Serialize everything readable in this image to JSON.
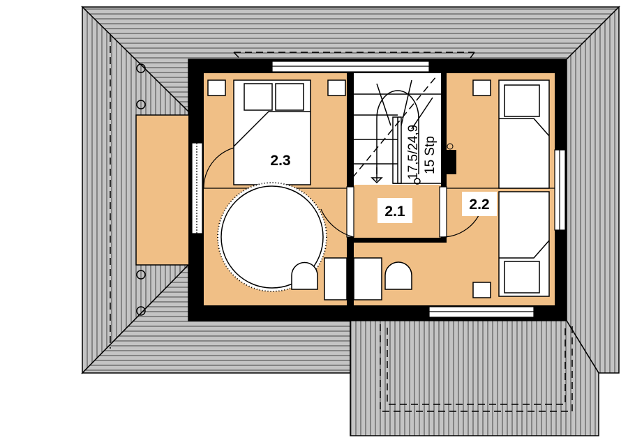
{
  "rooms": [
    {
      "id": "2.3",
      "label": "2.3"
    },
    {
      "id": "2.1",
      "label": "2.1"
    },
    {
      "id": "2.2",
      "label": "2.2"
    }
  ],
  "stairs": {
    "dimensions": "17,5/24,9",
    "steps": "15 Stp"
  },
  "colors": {
    "floor": "#f0bf86",
    "roof": "#c4c4c4",
    "wall": "#000000"
  }
}
